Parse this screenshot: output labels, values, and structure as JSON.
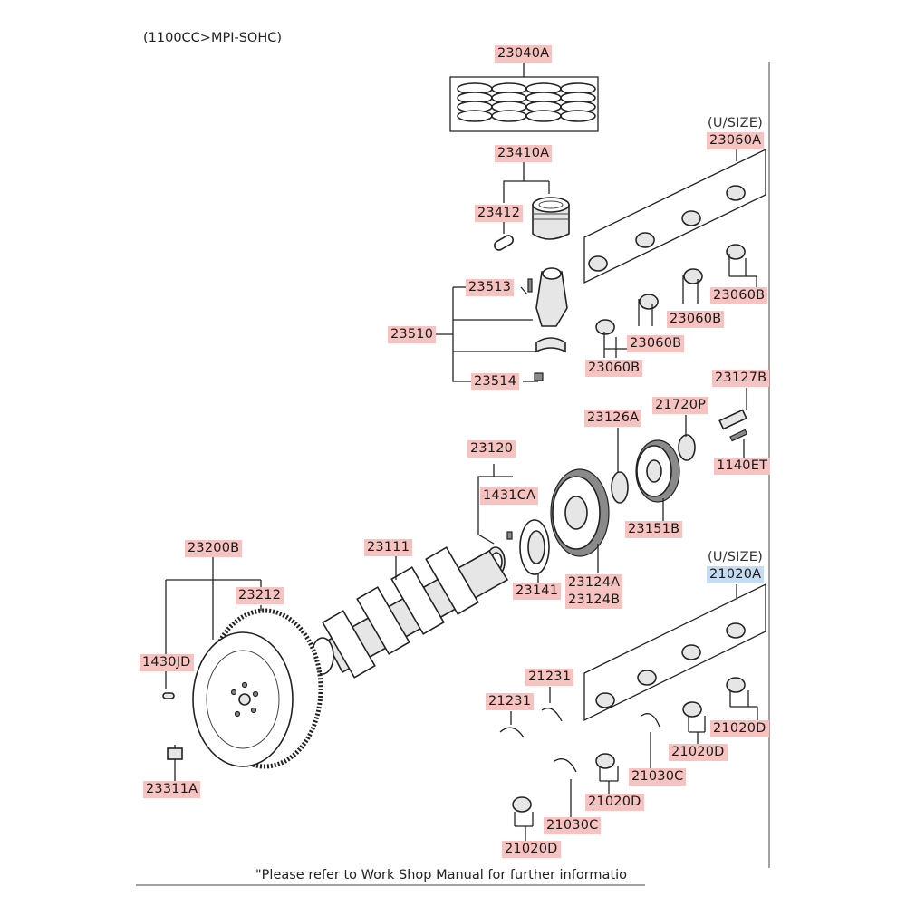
{
  "header": {
    "engine_note": "(1100CC>MPI-SOHC)"
  },
  "footer": {
    "note": "\"Please refer to Work Shop Manual for further informatio"
  },
  "labels": {
    "l_23040A": "23040A",
    "l_23410A": "23410A",
    "l_23412": "23412",
    "l_23513": "23513",
    "l_23510": "23510",
    "l_23514": "23514",
    "usize_top": "(U/SIZE)",
    "l_23060A": "23060A",
    "l_23060B_1": "23060B",
    "l_23060B_2": "23060B",
    "l_23060B_3": "23060B",
    "l_23060B_4": "23060B",
    "l_23127B": "23127B",
    "l_21720P": "21720P",
    "l_23126A": "23126A",
    "l_1140ET": "1140ET",
    "l_23120": "23120",
    "l_1431CA": "1431CA",
    "l_23151B": "23151B",
    "l_23111": "23111",
    "l_23141": "23141",
    "l_23124A": "23124A",
    "l_23124B": "23124B",
    "l_23200B": "23200B",
    "l_23212": "23212",
    "l_1430JD": "1430JD",
    "l_23311A": "23311A",
    "usize_bottom": "(U/SIZE)",
    "l_21020A": "21020A",
    "l_21231_1": "21231",
    "l_21231_2": "21231",
    "l_21020D_1": "21020D",
    "l_21020D_2": "21020D",
    "l_21030C_1": "21030C",
    "l_21020D_3": "21020D",
    "l_21030C_2": "21030C",
    "l_21020D_4": "21020D"
  },
  "colors": {
    "label_highlight": "#f6c3c1",
    "label_selected": "#c5dcf2",
    "line": "#222222"
  }
}
